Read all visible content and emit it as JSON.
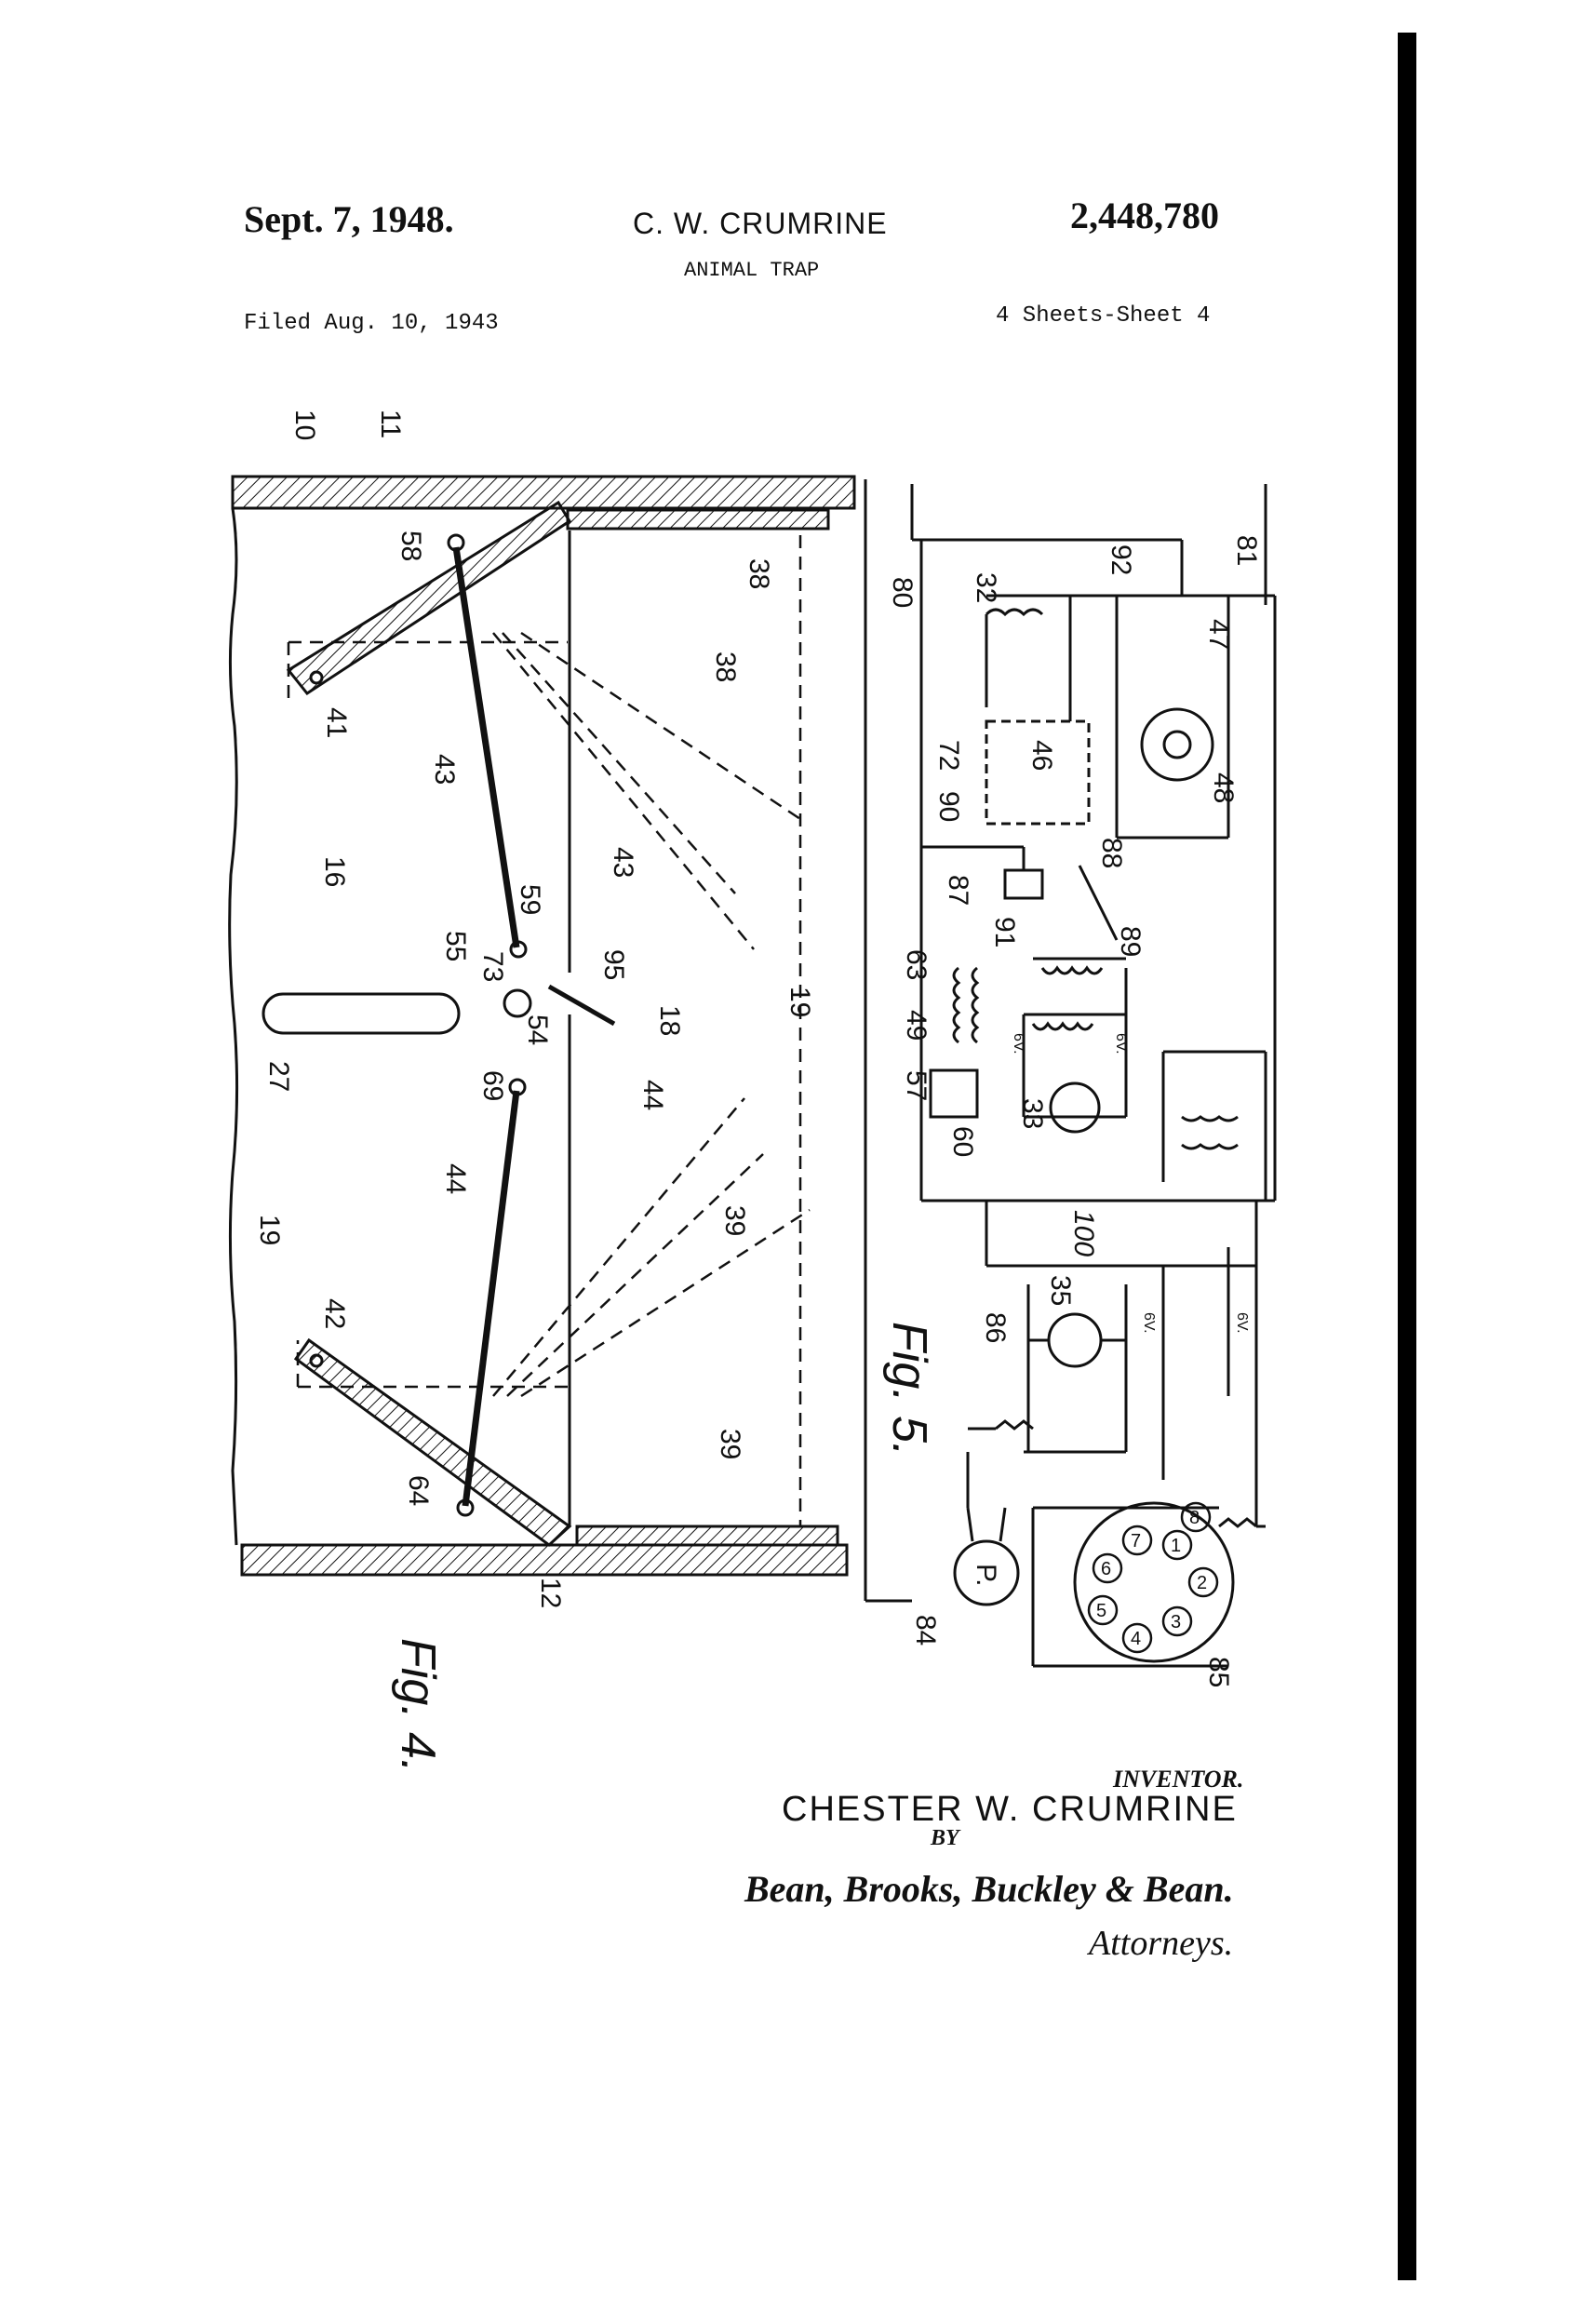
{
  "header": {
    "date": "Sept. 7, 1948.",
    "inventor_short": "C. W. CRUMRINE",
    "patent_number": "2,448,780",
    "title": "ANIMAL TRAP",
    "filed": "Filed Aug. 10, 1943",
    "sheets": "4 Sheets-Sheet 4"
  },
  "figures": {
    "fig4": "Fig. 4.",
    "fig5": "Fig. 5."
  },
  "fig4_refs": [
    "10",
    "11",
    "58",
    "38",
    "38",
    "41",
    "43",
    "43",
    "16",
    "59",
    "55",
    "73",
    "95",
    "54",
    "18",
    "19",
    "27",
    "69",
    "44",
    "44",
    "39",
    "19",
    "42",
    "39",
    "64",
    "12"
  ],
  "fig5_refs": [
    "80",
    "32",
    "92",
    "81",
    "47",
    "48",
    "46",
    "72",
    "90",
    "88",
    "87",
    "91",
    "89",
    "63",
    "49",
    "57",
    "60",
    "6V.",
    "6V.",
    "33",
    "100",
    "35",
    "86",
    "6V.",
    "6V.",
    "84",
    "P.",
    "85",
    "1",
    "2",
    "3",
    "4",
    "5",
    "6",
    "7",
    "8"
  ],
  "signature": {
    "inventor_label": "INVENTOR.",
    "inventor_name": "CHESTER W. CRUMRINE",
    "by": "BY",
    "firm": "Bean, Brooks, Buckley & Bean.",
    "attorneys": "Attorneys."
  }
}
